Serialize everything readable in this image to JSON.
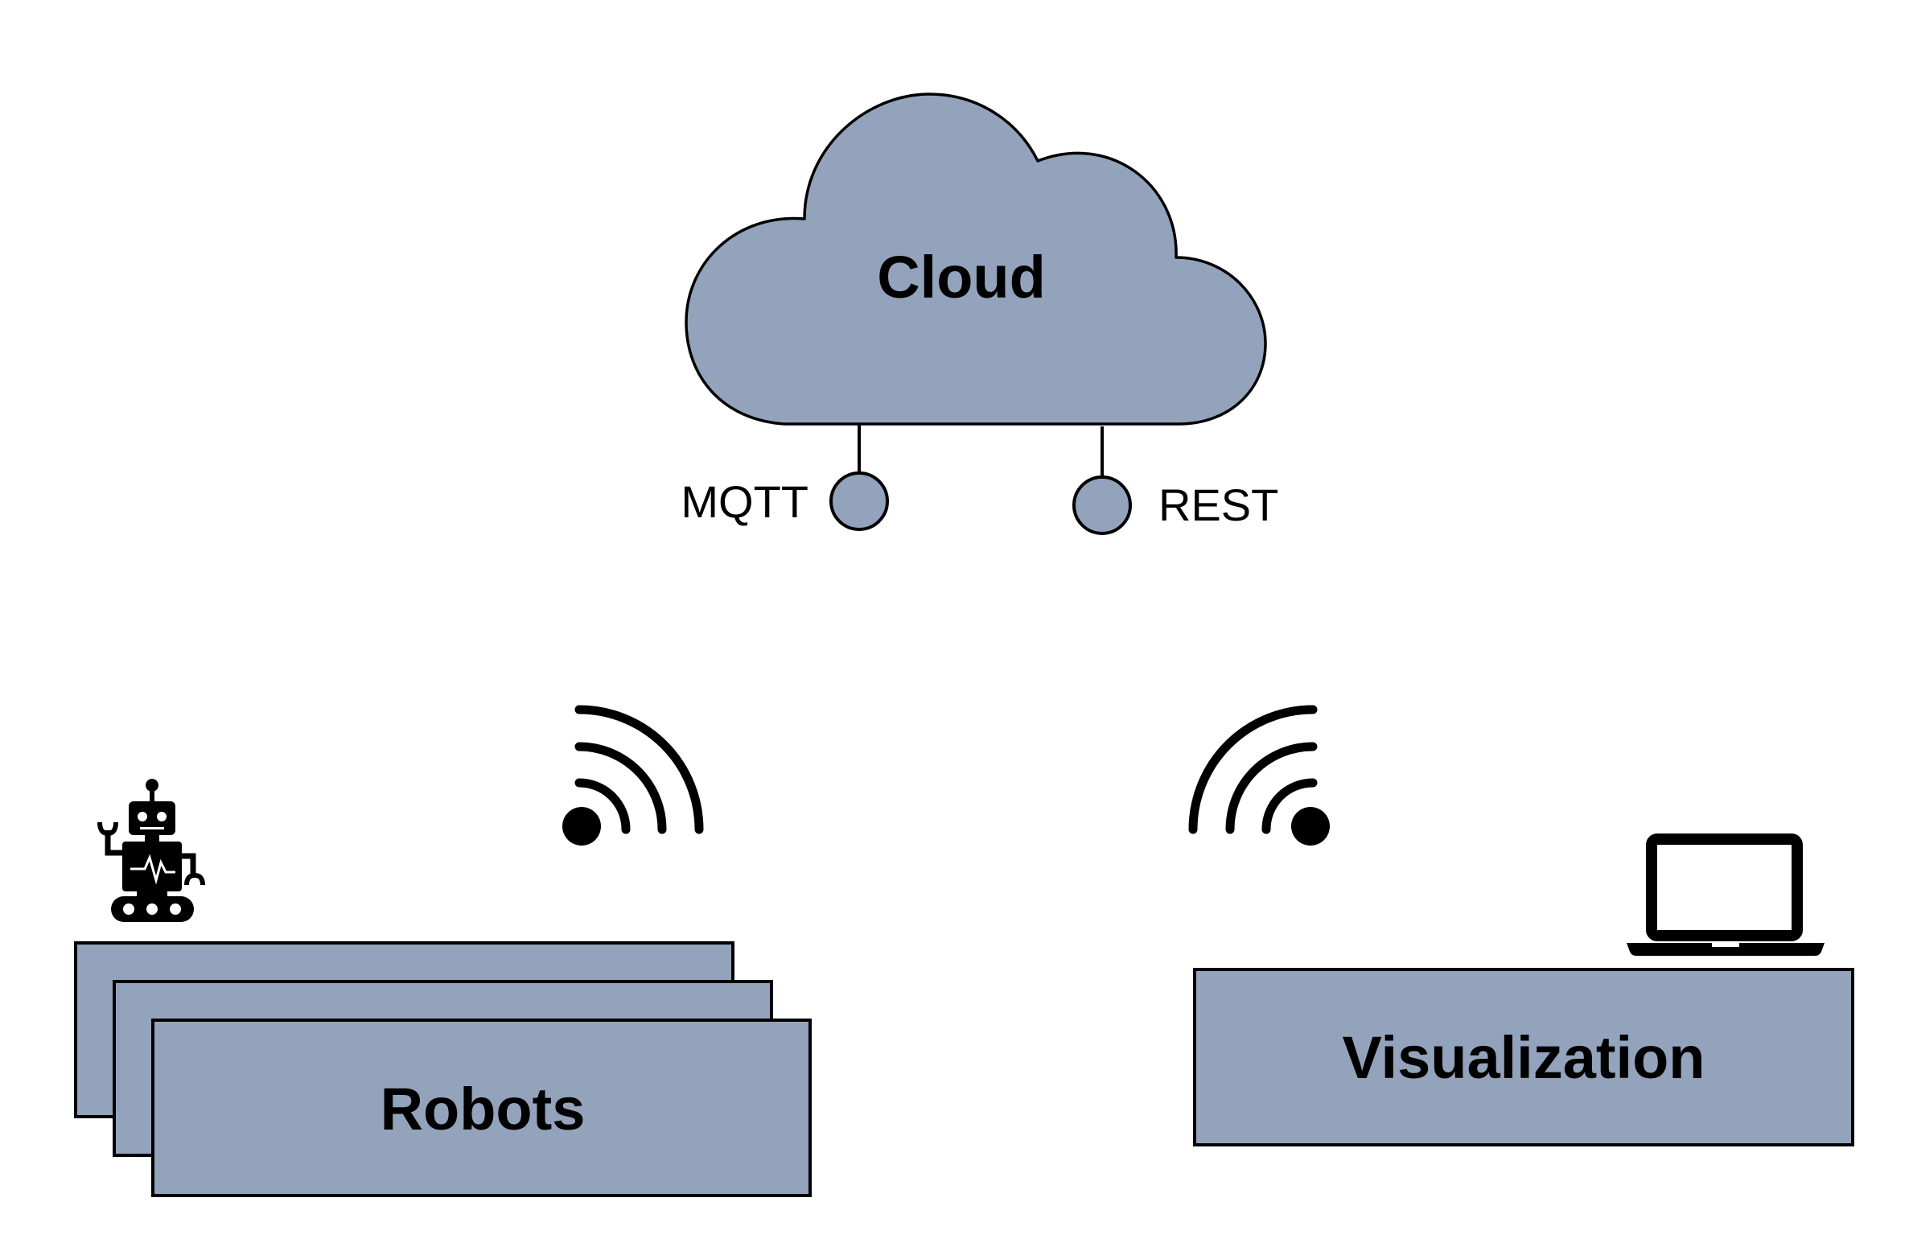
{
  "diagram": {
    "cloud": {
      "label": "Cloud"
    },
    "interfaces": {
      "mqtt": "MQTT",
      "rest": "REST"
    },
    "robots": {
      "label": "Robots"
    },
    "visualization": {
      "label": "Visualization"
    }
  },
  "colors": {
    "box_fill": "#94a3bc",
    "stroke": "#000000",
    "background": "#ffffff"
  },
  "icons": [
    "robot-icon",
    "wifi-icon",
    "laptop-icon"
  ]
}
